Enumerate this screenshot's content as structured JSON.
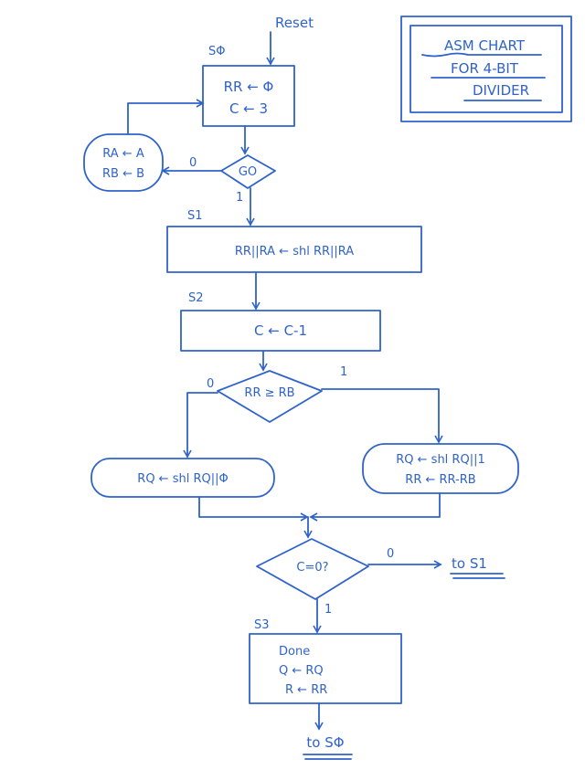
{
  "title_box": {
    "line1": "ASM CHART",
    "line2": "FOR 4-BIT",
    "line3": "DIVIDER"
  },
  "reset_label": "Reset",
  "s0": {
    "state": "SΦ",
    "line1": "RR ← Φ",
    "line2": "C ← 3"
  },
  "load": {
    "line1": "RA ← A",
    "line2": "RB ← B"
  },
  "go": {
    "text": "GO",
    "zero": "0",
    "one": "1"
  },
  "s1": {
    "state": "S1",
    "text": "RR||RA ← shl RR||RA"
  },
  "s2": {
    "state": "S2",
    "text": "C ← C-1"
  },
  "cmp": {
    "text": "RR ≥ RB",
    "zero": "0",
    "one": "1"
  },
  "left_op": {
    "text": "RQ ← shl RQ||Φ"
  },
  "right_op": {
    "line1": "RQ ← shl RQ||1",
    "line2": "RR ← RR-RB"
  },
  "c0": {
    "text": "C=0?",
    "zero": "0",
    "one": "1",
    "to": "to S1"
  },
  "s3": {
    "state": "S3",
    "line1": "Done",
    "line2": "Q ← RQ",
    "line3": "R ← RR"
  },
  "end": {
    "to": "to SΦ"
  }
}
